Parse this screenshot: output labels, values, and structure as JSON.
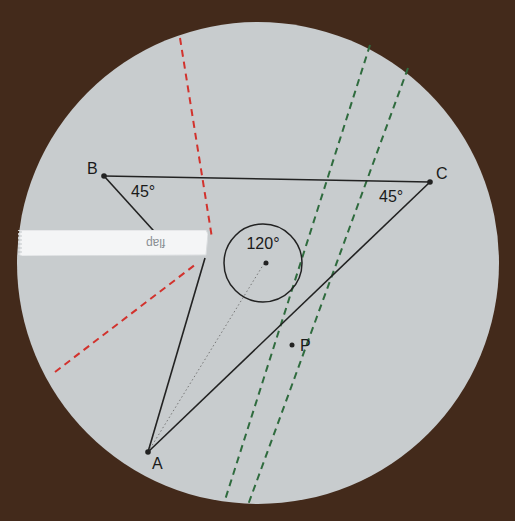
{
  "diagram": {
    "nodes": [
      {
        "text": [
          "flap"
        ]
      },
      {
        "text": [
          "120°"
        ]
      }
    ],
    "labels": [
      "B",
      "45°",
      "C",
      "45°",
      "P",
      "A"
    ]
  }
}
